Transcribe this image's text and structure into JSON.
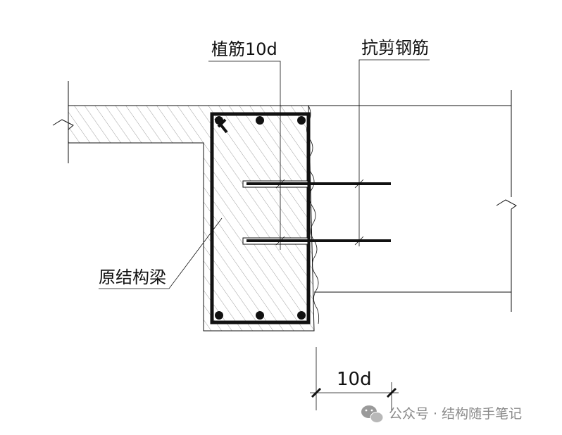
{
  "labels": {
    "planted_bar": "植筋10d",
    "shear_bar": "抗剪钢筋",
    "original_beam": "原结构梁"
  },
  "dimension": {
    "text": "10d"
  },
  "watermark": {
    "text": "公众号 · 结构随手笔记",
    "icon": "wechat-icon"
  },
  "colors": {
    "line": "#111111",
    "watermark": "#8a8a8a"
  }
}
